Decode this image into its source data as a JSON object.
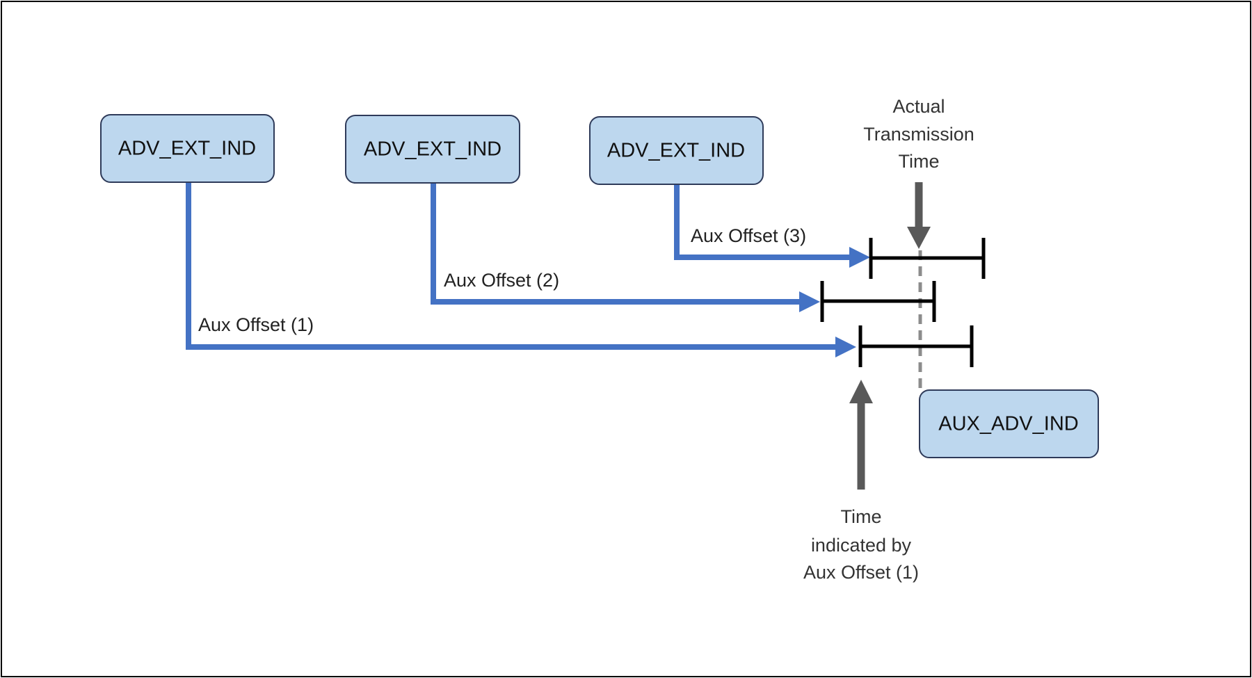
{
  "adv_boxes": [
    {
      "label": "ADV_EXT_IND"
    },
    {
      "label": "ADV_EXT_IND"
    },
    {
      "label": "ADV_EXT_IND"
    }
  ],
  "aux_box": {
    "label": "AUX_ADV_IND"
  },
  "offsets": [
    {
      "label": "Aux Offset (1)"
    },
    {
      "label": "Aux Offset (2)"
    },
    {
      "label": "Aux Offset (3)"
    }
  ],
  "actual_time_label": [
    "Actual",
    "Transmission",
    "Time"
  ],
  "indicated_time_label": [
    "Time",
    "indicated by",
    "Aux Offset (1)"
  ],
  "colors": {
    "box_fill": "#bdd7ee",
    "box_border": "#2e3a59",
    "offset_arrow": "#4472c4",
    "window_bar": "#000000",
    "dashed_line": "#8c8c8c",
    "pointer_arrow": "#595959"
  }
}
